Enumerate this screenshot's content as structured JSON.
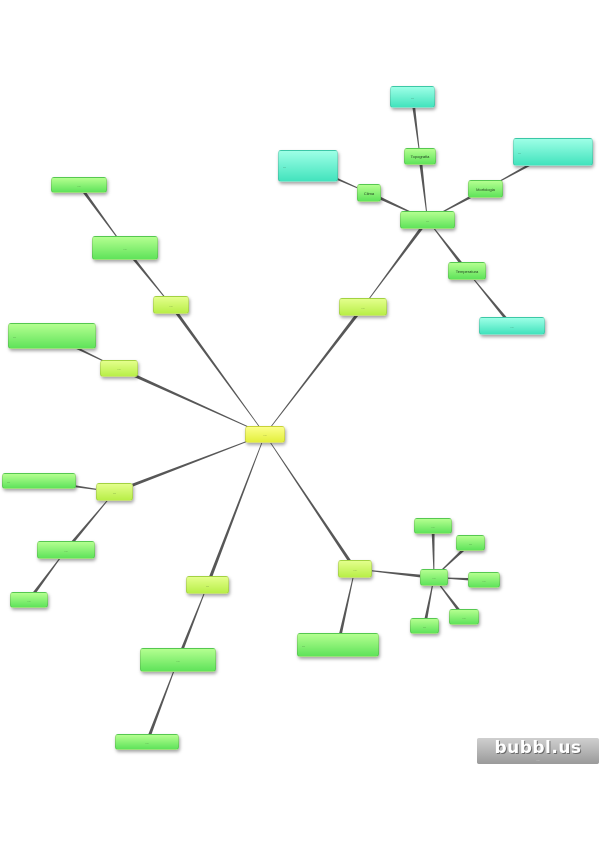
{
  "diagram": {
    "nodes": [
      {
        "id": "root",
        "label": "...",
        "level": 0
      },
      {
        "id": "n_top_right",
        "label": "...",
        "level": 1
      },
      {
        "id": "n_hub_right",
        "label": "...",
        "level": 2
      },
      {
        "id": "n_topo",
        "label": "Topografia",
        "level": 2
      },
      {
        "id": "n_topo_child",
        "label": "...",
        "level": 3
      },
      {
        "id": "n_clima",
        "label": "Clima",
        "level": 2
      },
      {
        "id": "n_clima_child",
        "label": "...",
        "level": 3
      },
      {
        "id": "n_morf",
        "label": "Morfologia",
        "level": 2
      },
      {
        "id": "n_morf_child",
        "label": "...",
        "level": 3
      },
      {
        "id": "n_temp",
        "label": "Temperatura",
        "level": 2
      },
      {
        "id": "n_temp_child",
        "label": "...",
        "level": 3
      },
      {
        "id": "n_upper_left",
        "label": "...",
        "level": 1
      },
      {
        "id": "n_upper_left_a",
        "label": "...",
        "level": 2
      },
      {
        "id": "n_upper_left_b",
        "label": "...",
        "level": 2
      },
      {
        "id": "n_left_mid",
        "label": "...",
        "level": 1
      },
      {
        "id": "n_left_mid_child",
        "label": "...",
        "level": 2
      },
      {
        "id": "n_left_low",
        "label": "...",
        "level": 1
      },
      {
        "id": "n_left_low_a",
        "label": "...",
        "level": 2
      },
      {
        "id": "n_left_low_b",
        "label": "...",
        "level": 2
      },
      {
        "id": "n_left_low_c",
        "label": "...",
        "level": 2
      },
      {
        "id": "n_bottom",
        "label": "...",
        "level": 1
      },
      {
        "id": "n_bottom_a",
        "label": "...",
        "level": 2
      },
      {
        "id": "n_bottom_b",
        "label": "...",
        "level": 2
      },
      {
        "id": "n_lower_right",
        "label": "...",
        "level": 1
      },
      {
        "id": "n_lower_right_a",
        "label": "...",
        "level": 2
      },
      {
        "id": "n_lower_right_hub",
        "label": "...",
        "level": 2
      },
      {
        "id": "n_lr_1",
        "label": "...",
        "level": 2
      },
      {
        "id": "n_lr_2",
        "label": "...",
        "level": 2
      },
      {
        "id": "n_lr_3",
        "label": "...",
        "level": 2
      },
      {
        "id": "n_lr_4",
        "label": "...",
        "level": 2
      },
      {
        "id": "n_lr_5",
        "label": "...",
        "level": 2
      }
    ],
    "edges": [
      [
        "root",
        "n_top_right"
      ],
      [
        "n_top_right",
        "n_hub_right"
      ],
      [
        "n_hub_right",
        "n_topo"
      ],
      [
        "n_topo",
        "n_topo_child"
      ],
      [
        "n_hub_right",
        "n_clima"
      ],
      [
        "n_clima",
        "n_clima_child"
      ],
      [
        "n_hub_right",
        "n_morf"
      ],
      [
        "n_morf",
        "n_morf_child"
      ],
      [
        "n_hub_right",
        "n_temp"
      ],
      [
        "n_temp",
        "n_temp_child"
      ],
      [
        "root",
        "n_upper_left"
      ],
      [
        "n_upper_left",
        "n_upper_left_a"
      ],
      [
        "n_upper_left_a",
        "n_upper_left_b"
      ],
      [
        "root",
        "n_left_mid"
      ],
      [
        "n_left_mid",
        "n_left_mid_child"
      ],
      [
        "root",
        "n_left_low"
      ],
      [
        "n_left_low",
        "n_left_low_a"
      ],
      [
        "n_left_low",
        "n_left_low_b"
      ],
      [
        "n_left_low_b",
        "n_left_low_c"
      ],
      [
        "root",
        "n_bottom"
      ],
      [
        "n_bottom",
        "n_bottom_a"
      ],
      [
        "n_bottom_a",
        "n_bottom_b"
      ],
      [
        "root",
        "n_lower_right"
      ],
      [
        "n_lower_right",
        "n_lower_right_a"
      ],
      [
        "n_lower_right",
        "n_lower_right_hub"
      ],
      [
        "n_lower_right_hub",
        "n_lr_1"
      ],
      [
        "n_lower_right_hub",
        "n_lr_2"
      ],
      [
        "n_lower_right_hub",
        "n_lr_3"
      ],
      [
        "n_lower_right_hub",
        "n_lr_4"
      ],
      [
        "n_lower_right_hub",
        "n_lr_5"
      ]
    ],
    "colors": {
      "level0": "#eef35a",
      "level1": "#cdf56a",
      "level2": "#7eeb6e",
      "level3": "#66f0cf",
      "edge": "#3a3a3a"
    }
  },
  "watermark": {
    "brand": "bubbl.us",
    "tagline": "..."
  }
}
